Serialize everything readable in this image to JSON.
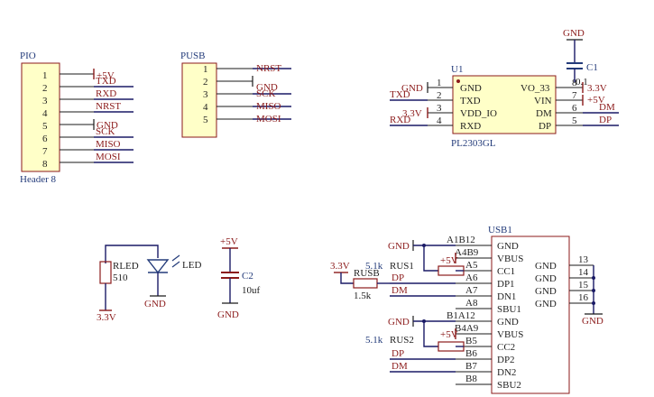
{
  "pio": {
    "designator": "PIO",
    "comment": "Header 8",
    "pin_numbers": [
      "1",
      "2",
      "3",
      "4",
      "5",
      "6",
      "7",
      "8"
    ],
    "net_labels": [
      "TXD",
      "RXD",
      "NRST",
      "SCK",
      "MISO",
      "MOSI"
    ],
    "power_labels": [
      "+5V",
      "GND"
    ]
  },
  "pusb": {
    "designator": "PUSB",
    "pin_numbers": [
      "1",
      "2",
      "3",
      "4",
      "5"
    ],
    "net_labels": [
      "NRST",
      "SCK",
      "MISO",
      "MOSI"
    ],
    "power_labels": [
      "GND"
    ]
  },
  "u1": {
    "designator": "U1",
    "comment": "PL2303GL",
    "left_pins": [
      "GND",
      "TXD",
      "VDD_IO",
      "RXD"
    ],
    "left_numbers": [
      "1",
      "2",
      "3",
      "4"
    ],
    "right_pins": [
      "VO_33",
      "VIN",
      "DM",
      "DP"
    ],
    "right_numbers": [
      "8",
      "7",
      "6",
      "5"
    ],
    "left_nets": [
      "GND",
      "TXD",
      "3.3V",
      "RXD"
    ],
    "right_nets": [
      "3.3V",
      "+5V",
      "DM",
      "DP"
    ]
  },
  "c1": {
    "designator": "C1",
    "value": "0.1",
    "gnd_label": "GND"
  },
  "led": {
    "designator": "LED",
    "resistor": "RLED",
    "resistor_value": "510",
    "supply": "3.3V",
    "gnd_label": "GND"
  },
  "c2": {
    "designator": "C2",
    "value": "10uf",
    "supply": "+5V",
    "gnd_label": "GND"
  },
  "usb1": {
    "designator": "USB1",
    "pins_left": [
      "GND",
      "VBUS",
      "CC1",
      "DP1",
      "DN1",
      "SBU1",
      "GND",
      "VBUS",
      "CC2",
      "DP2",
      "DN2",
      "SBU2"
    ],
    "pin_ids": [
      "A1B12",
      "A4B9",
      "A5",
      "A6",
      "A7",
      "A8",
      "B1A12",
      "B4A9",
      "B5",
      "B6",
      "B7",
      "B8"
    ],
    "pins_right": [
      "GND",
      "GND",
      "GND",
      "GND"
    ],
    "right_ids": [
      "13",
      "14",
      "15",
      "16"
    ],
    "gnd_label": "GND",
    "nets": {
      "gnd": "GND",
      "p5v": "+5V",
      "v33": "3.3V",
      "dp": "DP",
      "dm": "DM"
    },
    "rus": {
      "r1_name": "RUS1",
      "r1_value": "5.1k",
      "r2_name": "RUS2",
      "r2_value": "5.1k",
      "rusb_name": "RUSB",
      "rusb_value": "1.5k"
    }
  }
}
